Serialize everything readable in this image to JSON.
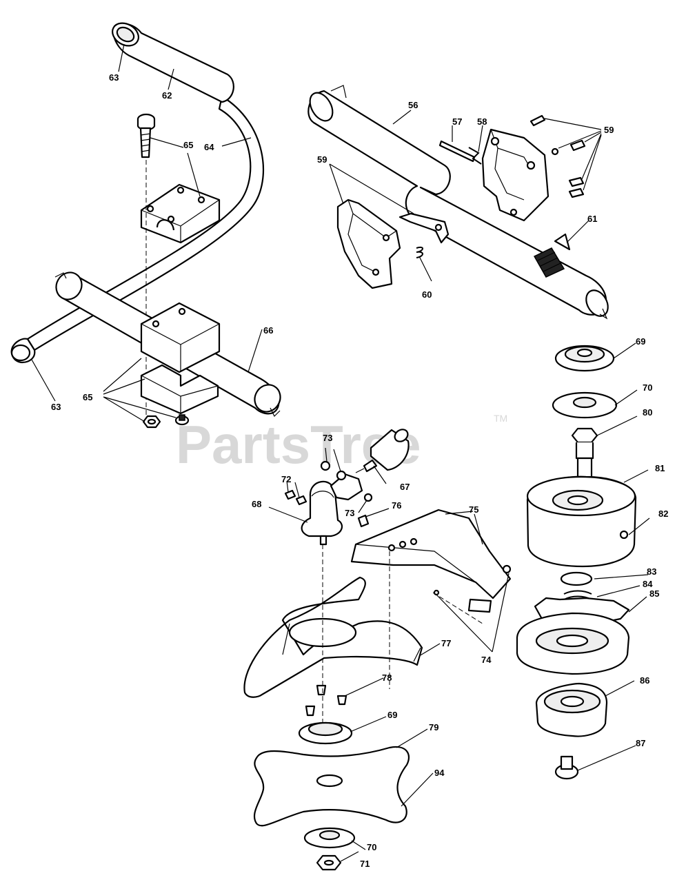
{
  "watermark": {
    "text": "PartsTree",
    "trademark": "TM"
  },
  "callouts": {
    "c56": "56",
    "c57": "57",
    "c58": "58",
    "c59a": "59",
    "c59b": "59",
    "c60": "60",
    "c61": "61",
    "c62": "62",
    "c63a": "63",
    "c63b": "63",
    "c64": "64",
    "c65a": "65",
    "c65b": "65",
    "c66": "66",
    "c67": "67",
    "c68": "68",
    "c69a": "69",
    "c69b": "69",
    "c70a": "70",
    "c70b": "70",
    "c71": "71",
    "c72": "72",
    "c73a": "73",
    "c73b": "73",
    "c74": "74",
    "c75": "75",
    "c76": "76",
    "c77": "77",
    "c78": "78",
    "c79": "79",
    "c80": "80",
    "c81": "81",
    "c82": "82",
    "c83": "83",
    "c84": "84",
    "c85": "85",
    "c86": "86",
    "c87": "87",
    "c94": "94"
  }
}
